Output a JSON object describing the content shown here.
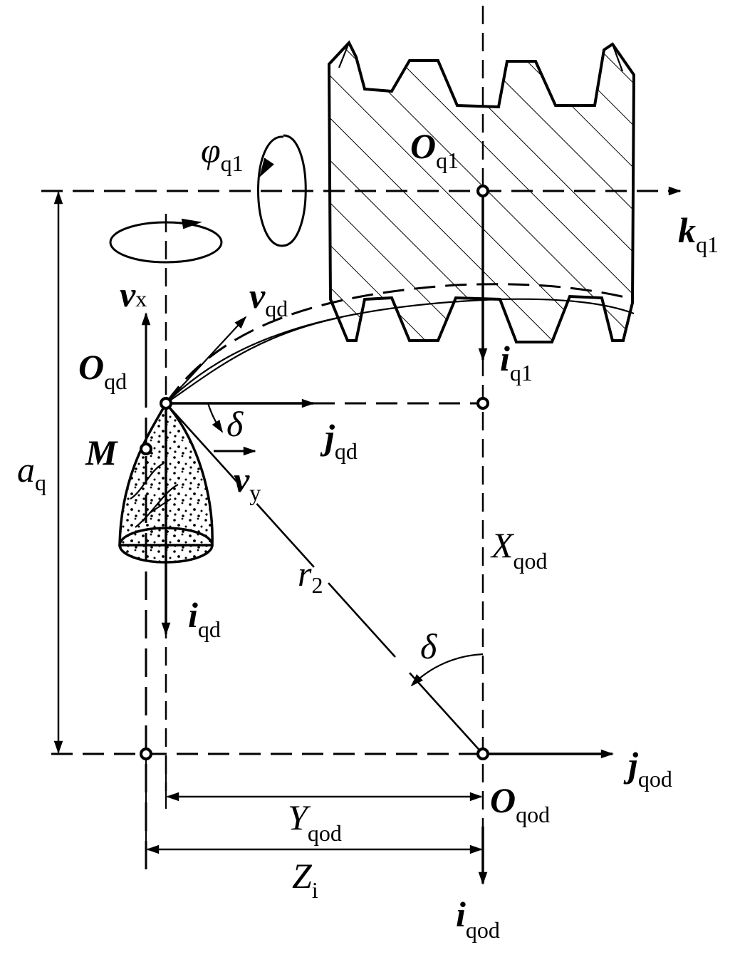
{
  "labels": {
    "phi_q1": {
      "base": "φ",
      "sub": "q1"
    },
    "O_q1": {
      "base": "O",
      "sub": "q1"
    },
    "k_q1": {
      "base": "k",
      "sub": "q1"
    },
    "v_x": {
      "base": "v",
      "sub": "x"
    },
    "v_qd": {
      "base": "v",
      "sub": "qd"
    },
    "O_qd": {
      "base": "O",
      "sub": "qd"
    },
    "i_q1": {
      "base": "i",
      "sub": "q1"
    },
    "delta_top": {
      "base": "δ"
    },
    "j_qd": {
      "base": "j",
      "sub": "qd"
    },
    "M": {
      "base": "M"
    },
    "v_y": {
      "base": "v",
      "sub": "y"
    },
    "a_q": {
      "base": "a",
      "sub": "q"
    },
    "X_qod": {
      "base": "X",
      "sub": "qod"
    },
    "r_2": {
      "base": "r",
      "sub": "2"
    },
    "i_qd": {
      "base": "i",
      "sub": "qd"
    },
    "delta_bottom": {
      "base": "δ"
    },
    "j_qod": {
      "base": "j",
      "sub": "qod"
    },
    "O_qod": {
      "base": "O",
      "sub": "qod"
    },
    "Y_qod": {
      "base": "Y",
      "sub": "qod"
    },
    "Z_i": {
      "base": "Z",
      "sub": "i"
    },
    "i_qod": {
      "base": "i",
      "sub": "qod"
    }
  }
}
